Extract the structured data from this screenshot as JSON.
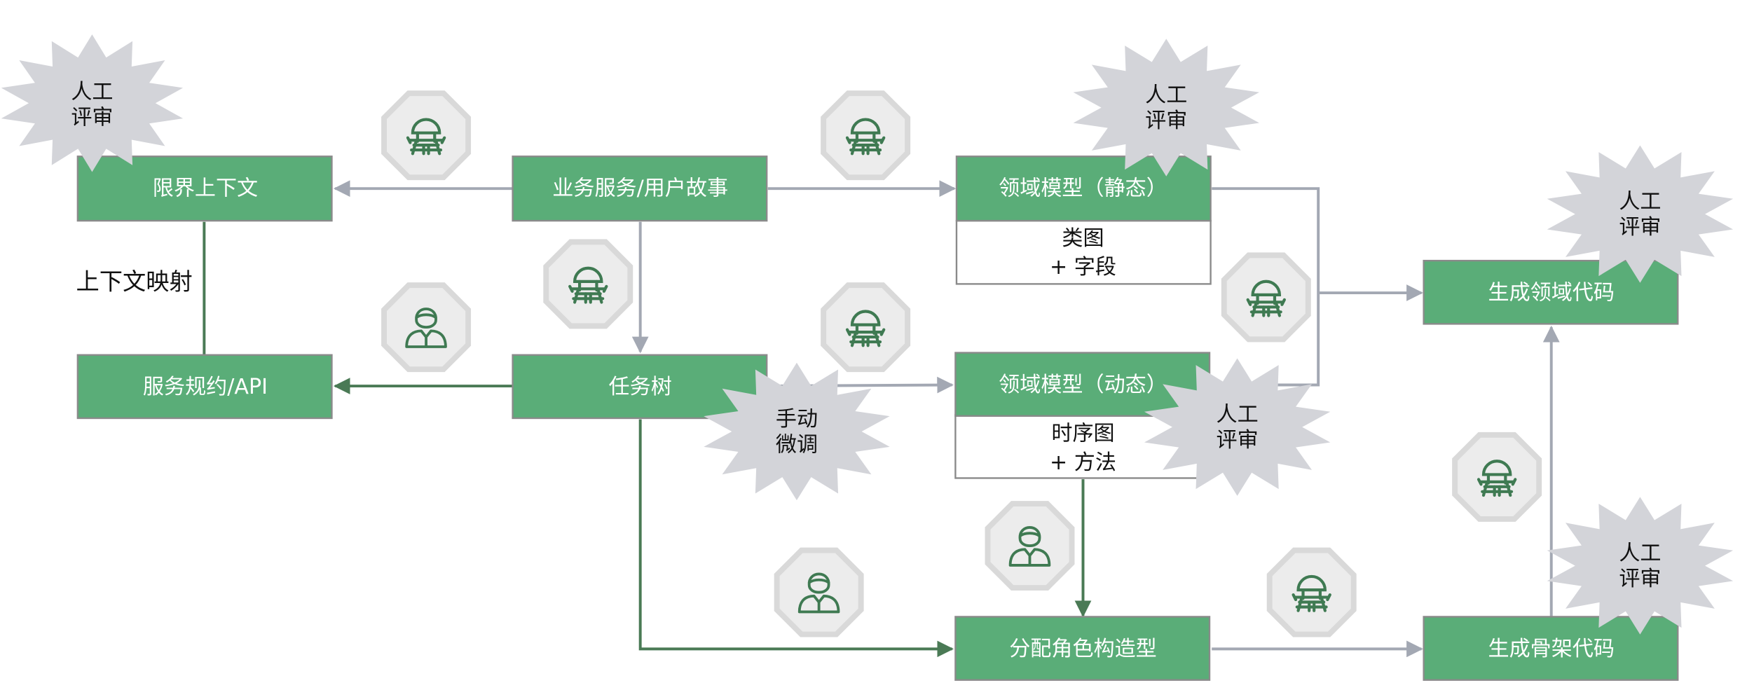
{
  "colors": {
    "box_fill": "#5aad78",
    "box_stroke": "#8a8a8a",
    "arrow_gray": "#a3a8b3",
    "arrow_green": "#4a7a55",
    "burst_fill": "#d3d4d9",
    "badge_fill": "#ececec",
    "badge_stroke": "#d9d9d9",
    "icon_green": "#3f7a52"
  },
  "boxes": {
    "bounded_context": "限界上下文",
    "business_service": "业务服务/用户故事",
    "domain_static": "领域模型（静态）",
    "domain_static_sub_1": "类图",
    "domain_static_sub_2": "+  字段",
    "service_contract": "服务规约/API",
    "task_tree": "任务树",
    "domain_dynamic": "领域模型（动态）",
    "domain_dynamic_sub_1": "时序图",
    "domain_dynamic_sub_2": "+  方法",
    "gen_domain_code": "生成领域代码",
    "assign_roles": "分配角色构造型",
    "gen_skeleton_code": "生成骨架代码"
  },
  "labels": {
    "context_mapping": "上下文映射"
  },
  "bursts": {
    "review_line1": "人工",
    "review_line2": "评审",
    "manual_line1": "手动",
    "manual_line2": "微调"
  },
  "icons": {
    "robot": "robot-icon",
    "person": "person-icon"
  }
}
